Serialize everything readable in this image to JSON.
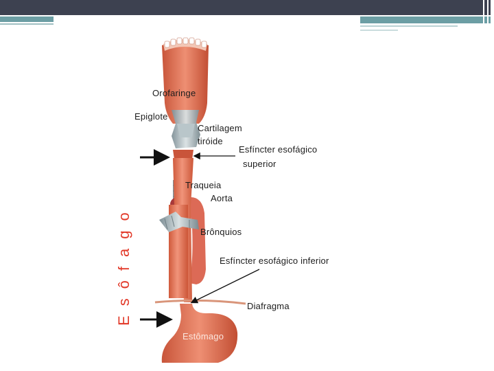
{
  "side_title": "Esôfago",
  "labels": {
    "orofaringe": "Orofaringe",
    "epiglote": "Epiglote",
    "cartilagem_1": "Cartilagem",
    "cartilagem_2": "tiróide",
    "esfincter_sup_1": "Esfíncter esofágico",
    "esfincter_sup_2": "superior",
    "traqueia": "Traqueia",
    "aorta": "Aorta",
    "bronquios": "Brônquios",
    "esfincter_inf": "Esfíncter esofágico inferior",
    "diafragma": "Diafragma",
    "estomago": "Estômago"
  },
  "colors": {
    "header": "#3d4150",
    "accent": "#6c9ea4",
    "title_red": "#e23a2a",
    "tissue": "#e2775a"
  }
}
